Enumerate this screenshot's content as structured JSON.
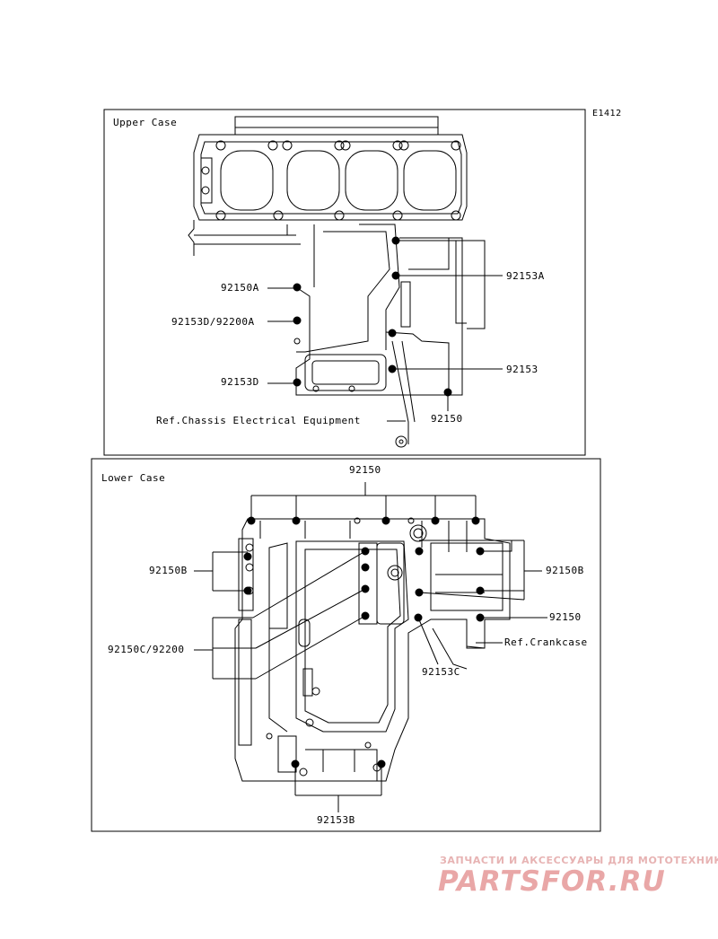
{
  "diagram_code": "E1412",
  "upper": {
    "title": "Upper Case",
    "labels": {
      "l92150A": "92150A",
      "l92153D_92200A": "92153D/92200A",
      "l92153D": "92153D",
      "ref_chassis": "Ref.Chassis Electrical Equipment",
      "r92153A": "92153A",
      "r92153": "92153",
      "b92150": "92150"
    }
  },
  "lower": {
    "title": "Lower Case",
    "labels": {
      "top92150": "92150",
      "l92150B": "92150B",
      "l92150C_92200": "92150C/92200",
      "r92150B": "92150B",
      "r92150": "92150",
      "ref_crankcase": "Ref.Crankcase",
      "m92153C": "92153C",
      "b92153B": "92153B"
    }
  },
  "watermark": {
    "tagline": "ЗАПЧАСТИ И АКСЕССУАРЫ ДЛЯ МОТОТЕХНИКИ",
    "brand": "PARTSFOR.RU"
  }
}
